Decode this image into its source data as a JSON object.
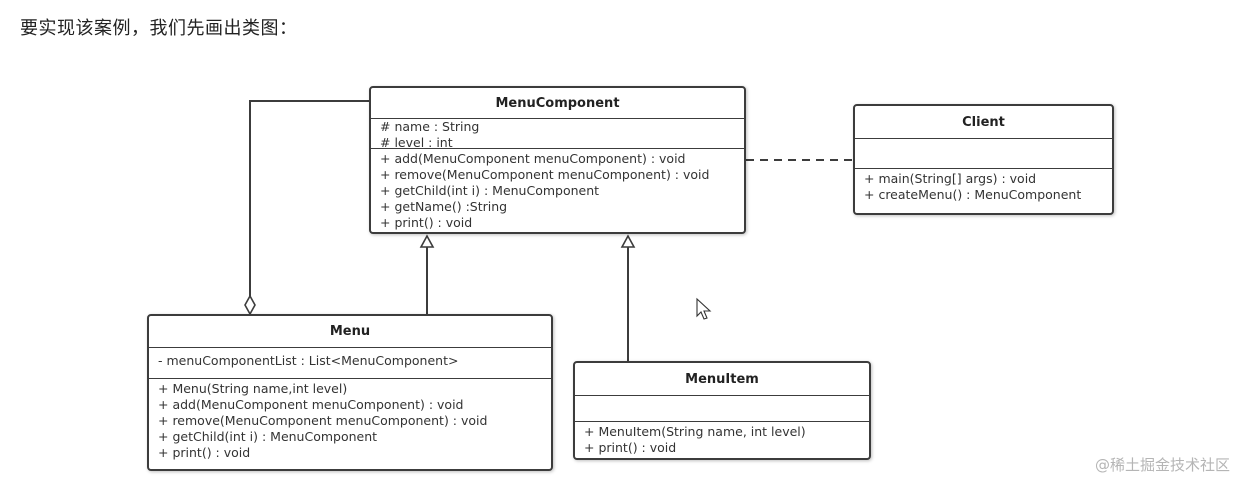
{
  "heading": "要实现该案例，我们先画出类图：",
  "classes": {
    "menu_component": {
      "name": "MenuComponent",
      "attributes": [
        "# name : String",
        "# level : int"
      ],
      "methods": [
        "+ add(MenuComponent menuComponent) : void",
        "+ remove(MenuComponent menuComponent) : void",
        "+ getChild(int i) : MenuComponent",
        "+ getName() :String",
        "+ print() : void"
      ]
    },
    "client": {
      "name": "Client",
      "attributes": [],
      "methods": [
        "+ main(String[] args) : void",
        "+ createMenu() : MenuComponent"
      ]
    },
    "menu": {
      "name": "Menu",
      "attributes": [
        "- menuComponentList : List<MenuComponent>"
      ],
      "methods": [
        "+ Menu(String name,int level)",
        "+ add(MenuComponent menuComponent) : void",
        "+ remove(MenuComponent menuComponent) : void",
        "+ getChild(int i) : MenuComponent",
        "+ print() : void"
      ]
    },
    "menu_item": {
      "name": "MenuItem",
      "attributes": [],
      "methods": [
        "+ MenuItem(String name, int level)",
        "+ print() : void"
      ]
    }
  },
  "relationships": [
    {
      "from": "Menu",
      "to": "MenuComponent",
      "type": "inheritance"
    },
    {
      "from": "MenuItem",
      "to": "MenuComponent",
      "type": "inheritance"
    },
    {
      "from": "Menu",
      "to": "MenuComponent",
      "type": "aggregation"
    },
    {
      "from": "Client",
      "to": "MenuComponent",
      "type": "dependency"
    }
  ],
  "watermark": "@稀土掘金技术社区",
  "colors": {
    "stroke": "#3c3c3c",
    "watermark": "#b5b5b5"
  }
}
